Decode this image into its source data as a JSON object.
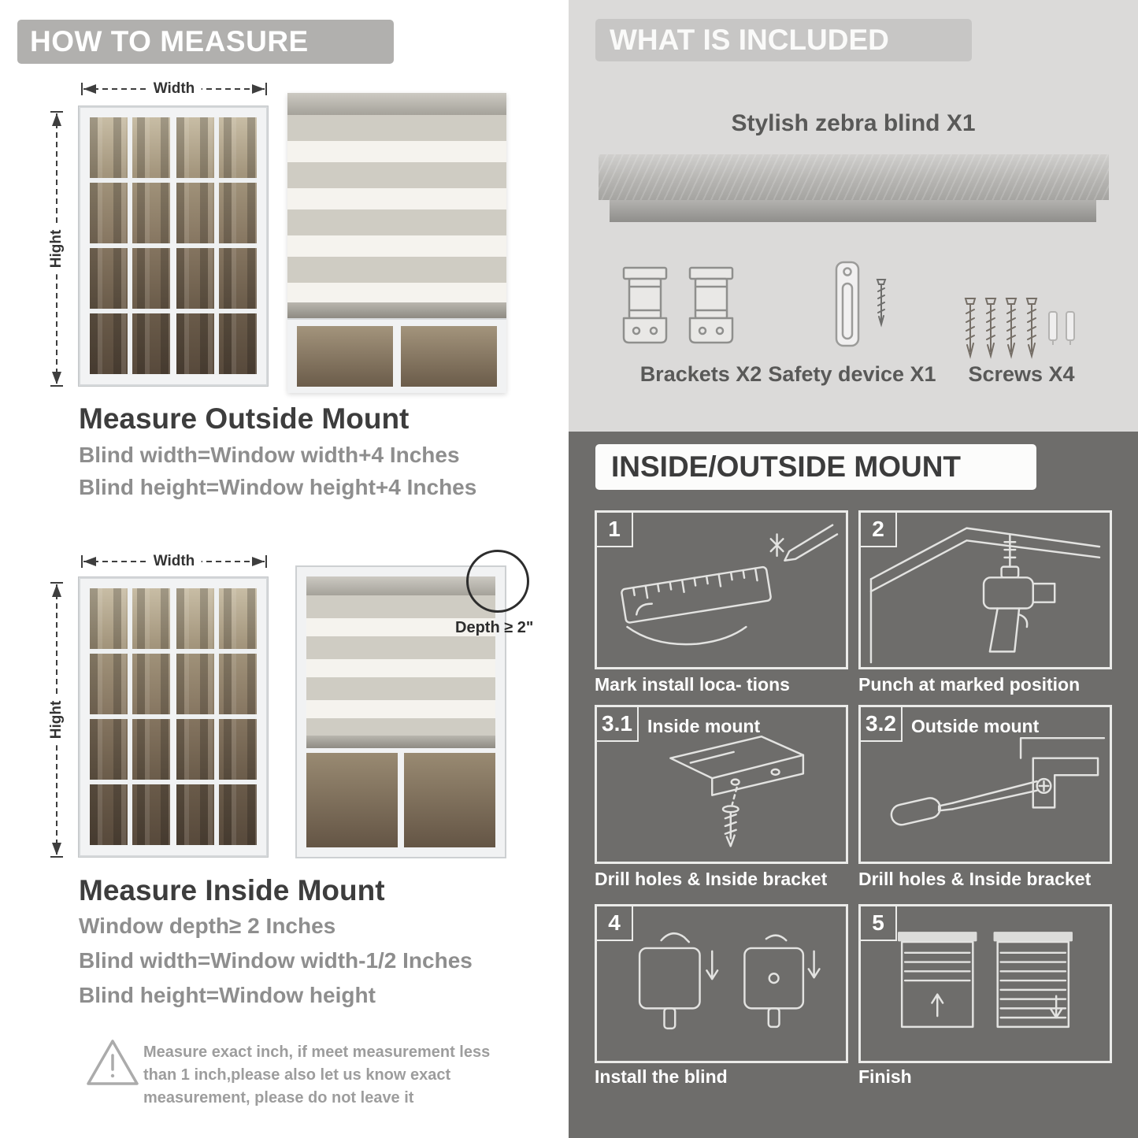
{
  "left": {
    "header": "HOW TO MEASURE",
    "outside": {
      "width_label": "Width",
      "height_label": "Hight",
      "heading": "Measure Outside Mount",
      "lines": [
        "Blind width=Window width+4 Inches",
        "Blind height=Window height+4 Inches"
      ]
    },
    "inside": {
      "width_label": "Width",
      "height_label": "Hight",
      "depth_note": "Depth ≥ 2\"",
      "heading": "Measure Inside Mount",
      "lines": [
        "Window depth≥ 2 Inches",
        "Blind width=Window width-1/2 Inches",
        "Blind height=Window height"
      ]
    },
    "warning_text": "Measure exact inch, if meet measurement less than 1 inch,please also let us know exact measurement, please do not leave it"
  },
  "right": {
    "included": {
      "header": "WHAT IS INCLUDED",
      "blind_label": "Stylish zebra blind X1",
      "items": [
        {
          "label": "Brackets X2"
        },
        {
          "label": "Safety device X1"
        },
        {
          "label": "Screws X4"
        }
      ]
    },
    "mount": {
      "header": "INSIDE/OUTSIDE MOUNT",
      "steps": [
        {
          "num": "1",
          "caption": "Mark install loca- tions"
        },
        {
          "num": "2",
          "caption": "Punch at  marked position"
        },
        {
          "num": "3.1",
          "label": "Inside mount",
          "caption": "Drill holes &  Inside bracket"
        },
        {
          "num": "3.2",
          "label": "Outside mount",
          "caption": "Drill holes &  Inside bracket"
        },
        {
          "num": "4",
          "caption": "Install the blind"
        },
        {
          "num": "5",
          "caption": "Finish"
        }
      ]
    }
  },
  "colors": {
    "banner_gray": "#b1b0ae",
    "light_panel": "#dbdad9",
    "dark_panel": "#6e6d6b",
    "heading_dark": "#3d3d3d",
    "text_gray": "#8e8e8e"
  }
}
